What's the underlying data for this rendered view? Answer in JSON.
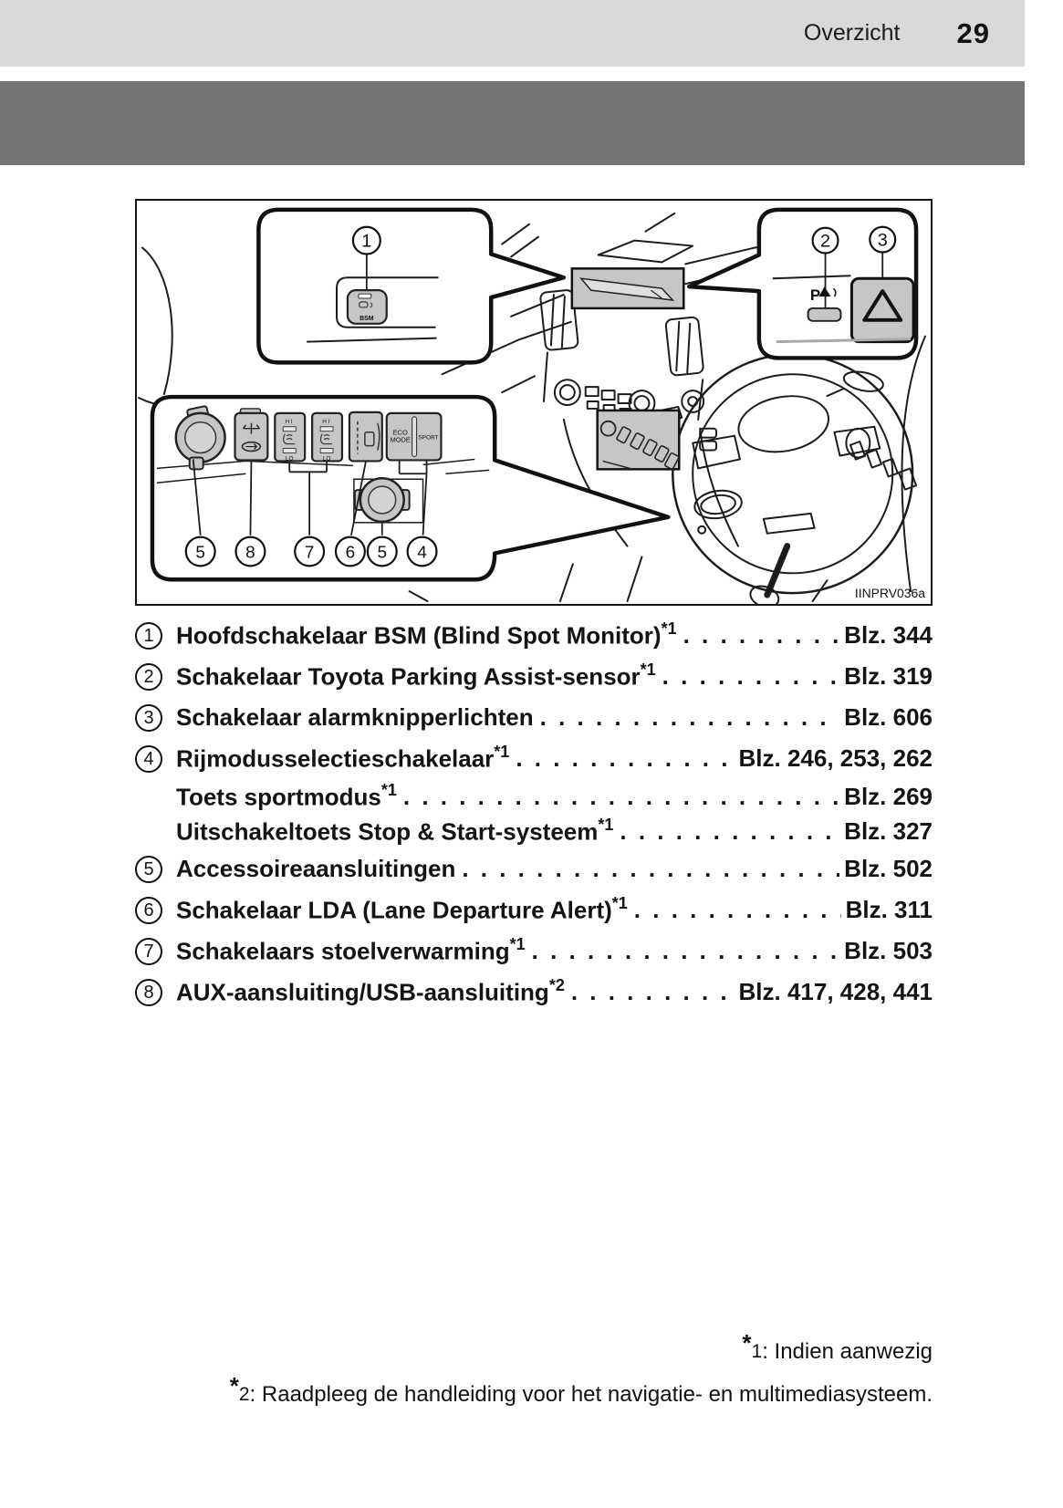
{
  "header": {
    "section": "Overzicht",
    "page_number": "29"
  },
  "diagram": {
    "figure_id": "IINPRV036a",
    "callout_1": "1",
    "callout_2": "2",
    "callout_3": "3",
    "bsm_label": "BSM",
    "parking_label": "P",
    "seat_hi": "HI",
    "seat_lo": "LO",
    "eco_line1": "ECO",
    "eco_line2": "MODE",
    "sport_label": "SPORT",
    "panel_callouts": [
      "5",
      "8",
      "7",
      "6",
      "5",
      "4"
    ]
  },
  "items": [
    {
      "num": "1",
      "label": "Hoofdschakelaar BSM (Blind Spot Monitor)",
      "sup": "*1",
      "page": "Blz. 344"
    },
    {
      "num": "2",
      "label": "Schakelaar Toyota Parking Assist-sensor",
      "sup": "*1",
      "page": "Blz. 319"
    },
    {
      "num": "3",
      "label": "Schakelaar alarmknipperlichten",
      "sup": "",
      "page": "Blz. 606"
    },
    {
      "num": "4",
      "label": "Rijmodusselectieschakelaar",
      "sup": "*1",
      "page": "Blz. 246, 253, 262"
    },
    {
      "num": "",
      "label": "Toets sportmodus",
      "sup": "*1",
      "page": "Blz. 269"
    },
    {
      "num": "",
      "label": "Uitschakeltoets Stop & Start-systeem",
      "sup": "*1",
      "page": "Blz. 327"
    },
    {
      "num": "5",
      "label": "Accessoireaansluitingen",
      "sup": "",
      "page": "Blz. 502"
    },
    {
      "num": "6",
      "label": "Schakelaar LDA (Lane Departure Alert)",
      "sup": "*1",
      "page": "Blz. 311"
    },
    {
      "num": "7",
      "label": "Schakelaars stoelverwarming",
      "sup": "*1",
      "page": "Blz. 503"
    },
    {
      "num": "8",
      "label": "AUX-aansluiting/USB-aansluiting",
      "sup": "*2",
      "page": "Blz. 417, 428, 441"
    }
  ],
  "footnotes": [
    {
      "marker": "*",
      "num": "1",
      "text": ": Indien aanwezig"
    },
    {
      "marker": "*",
      "num": "2",
      "text": ": Raadpleeg de handleiding voor het navigatie- en multimediasysteem."
    }
  ]
}
